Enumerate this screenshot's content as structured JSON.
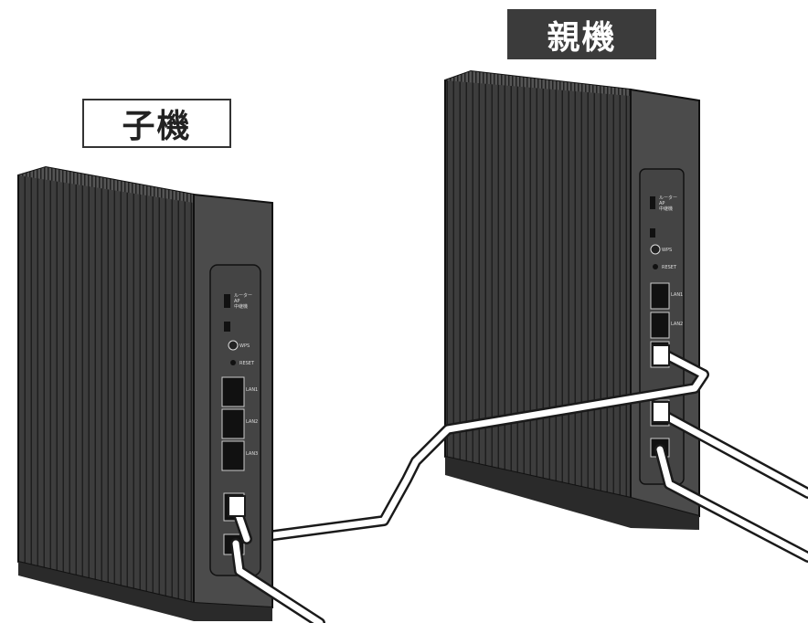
{
  "labels": {
    "child": "子機",
    "parent": "親機"
  },
  "port_labels": {
    "mode_router": "ルーター",
    "mode_ap": "AP",
    "mode_repeater": "中継機",
    "wps": "WPS",
    "reset": "RESET",
    "lan1": "LAN1",
    "lan2": "LAN2",
    "lan3": "LAN3"
  },
  "colors": {
    "body": "#3d3d3d",
    "side": "#4b4b4b",
    "cable": "#ffffff",
    "outline": "#1a1a1a"
  }
}
